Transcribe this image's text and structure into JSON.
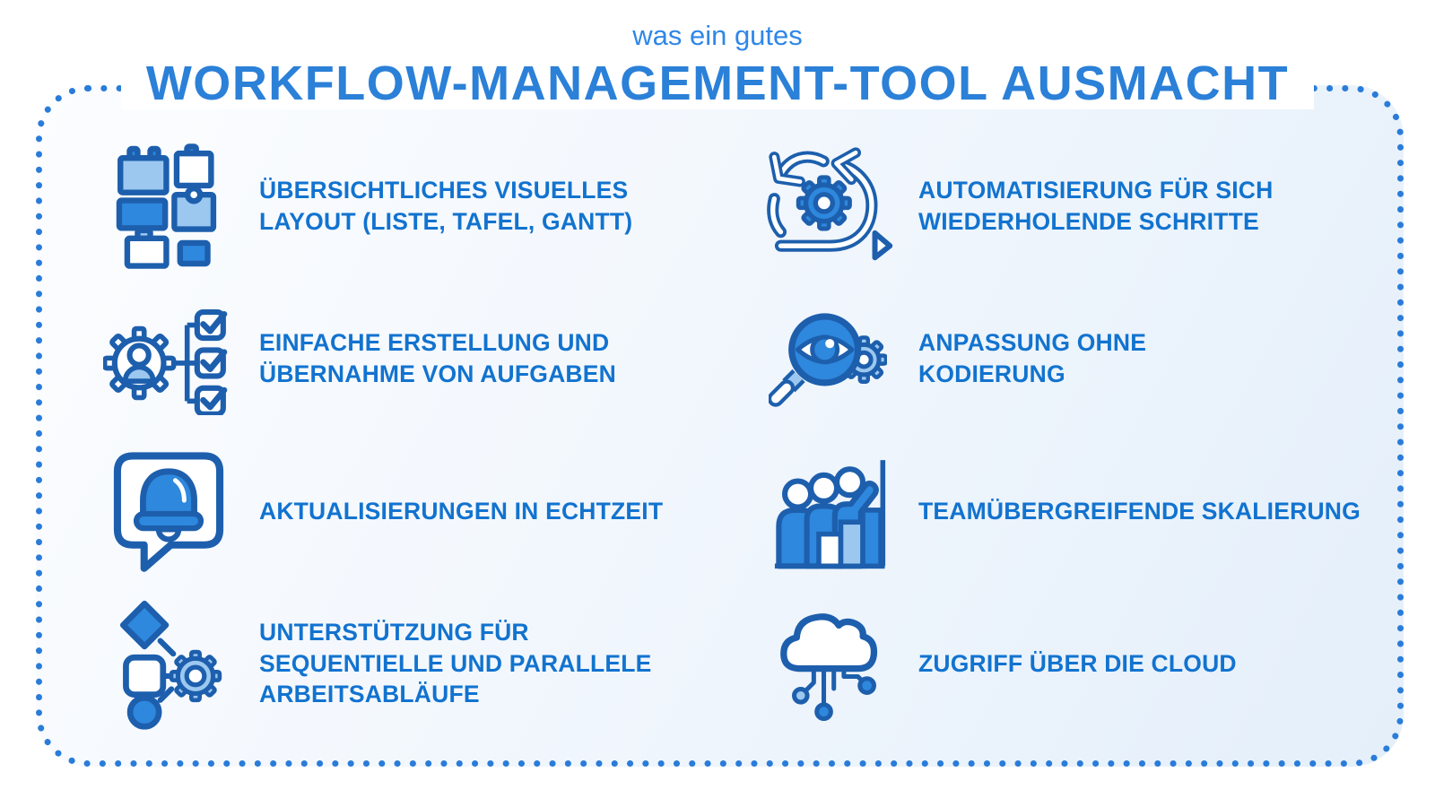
{
  "title": {
    "kicker": "was ein gutes",
    "main": "WORKFLOW-MANAGEMENT-TOOL AUSMACHT"
  },
  "features": [
    {
      "label": "ÜBERSICHTLICHES VISUELLES LAYOUT (LISTE, TAFEL, GANTT)",
      "icon": "kanban-cards-icon"
    },
    {
      "label": "AUTOMATISIERUNG FÜR SICH WIEDERHOLENDE SCHRITTE",
      "icon": "agile-sprint-gear-icon"
    },
    {
      "label": "EINFACHE ERSTELLUNG UND ÜBERNAHME VON AUFGABEN",
      "icon": "assignee-checklist-icon"
    },
    {
      "label": "ANPASSUNG OHNE KODIERUNG",
      "icon": "eye-magnifier-gear-icon"
    },
    {
      "label": "AKTUALISIERUNGEN IN ECHTZEIT",
      "icon": "bell-speech-bubble-icon"
    },
    {
      "label": "TEAMÜBERGREIFENDE SKALIERUNG",
      "icon": "team-growth-chart-icon"
    },
    {
      "label": "UNTERSTÜTZUNG FÜR SEQUENTIELLE UND PARALLELE ARBEITSABLÄUFE",
      "icon": "workflow-shapes-gear-icon"
    },
    {
      "label": "ZUGRIFF ÜBER DIE CLOUD",
      "icon": "cloud-circuit-icon"
    }
  ],
  "colors": {
    "outline": "#1d5fad",
    "fill_medium": "#2e88dd",
    "fill_light": "#9cc8f0",
    "text": "#1273cf",
    "title": "#2b80d8",
    "kicker": "#2f87e8",
    "border_dots": "#2a7cd9",
    "panel_bg_top": "#fcfdff",
    "panel_bg_bottom": "#e4effa"
  }
}
